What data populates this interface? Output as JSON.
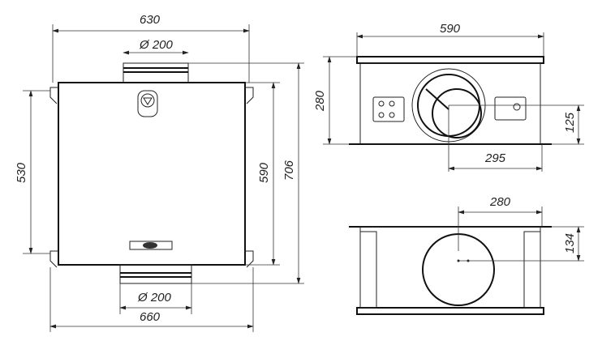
{
  "title": "Unit dimensional drawing",
  "views": {
    "front": {
      "width_top": "630",
      "duct_top": "Ø 200",
      "height_mount": "530",
      "height_body": "590",
      "height_total": "706",
      "duct_bottom": "Ø 200",
      "width_bottom": "660"
    },
    "side_top": {
      "width": "590",
      "height": "280",
      "duct_center_height": "125",
      "duct_center_offset": "295"
    },
    "side_bottom": {
      "duct_center_offset": "280",
      "duct_center_height": "134"
    }
  }
}
